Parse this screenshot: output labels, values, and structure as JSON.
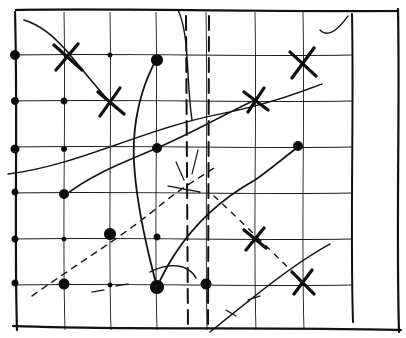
{
  "page": {
    "title": "",
    "ink_color": "#111111",
    "background": "#ffffff"
  },
  "grid": {
    "columns": 8,
    "rows": 7,
    "style": "hand-drawn pencil grid with dashed vertical divider"
  },
  "markers": {
    "dot_count": 20,
    "cross_count": 6,
    "dot_shape": "filled-circle",
    "cross_shape": "x-mark"
  }
}
